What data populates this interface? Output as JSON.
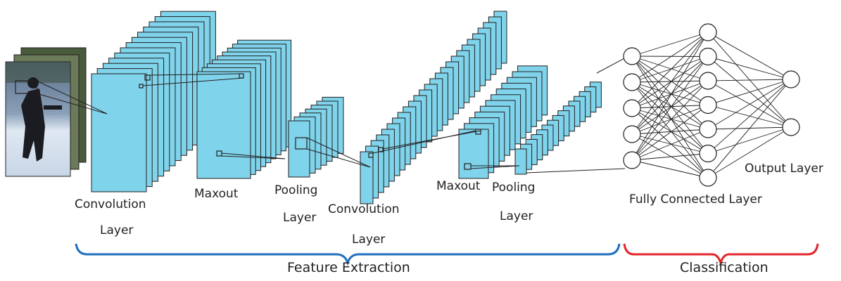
{
  "diagram": {
    "labels": {
      "conv1_a": "Convolution",
      "conv1_b": "Layer",
      "maxout1": "Maxout",
      "pool1_a": "Pooling",
      "pool1_b": "Layer",
      "conv2_a": "Convolution",
      "conv2_b": "Layer",
      "maxout2": "Maxout",
      "pool2_a": "Pooling",
      "pool2_b": "Layer",
      "fc": "Fully Connected Layer",
      "output": "Output Layer",
      "feature_extraction": "Feature Extraction",
      "classification": "Classification"
    },
    "colors": {
      "layer_fill": "#7fd3ea",
      "layer_stroke": "#231f20",
      "feature_brace": "#1f6fbf",
      "classification_brace": "#e3262b"
    },
    "fc_network": {
      "input_nodes": 5,
      "hidden_nodes": 7,
      "output_nodes": 2
    }
  }
}
